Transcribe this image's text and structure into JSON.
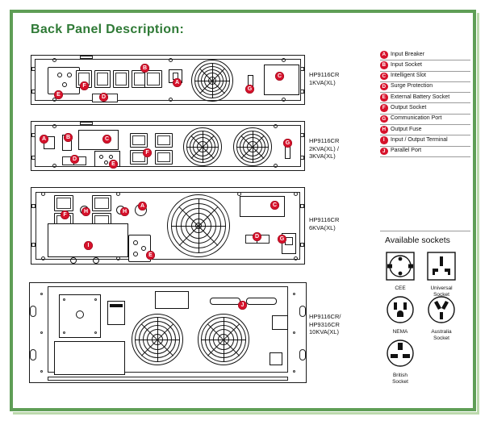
{
  "page": {
    "title": "Back Panel Description:",
    "title_color": "#2f7a36",
    "frame_color": "#5f9e56",
    "tag_color": "#d6122b"
  },
  "legend": {
    "items": [
      {
        "tag": "A",
        "label": "Input Breaker"
      },
      {
        "tag": "B",
        "label": "Input Socket"
      },
      {
        "tag": "C",
        "label": "Intelligent Slot"
      },
      {
        "tag": "D",
        "label": "Surge Protection"
      },
      {
        "tag": "E",
        "label": "External Battery Socket"
      },
      {
        "tag": "F",
        "label": "Output Socket"
      },
      {
        "tag": "G",
        "label": "Communication Port"
      },
      {
        "tag": "H",
        "label": "Output Fuse"
      },
      {
        "tag": "I",
        "label": "Input / Output Terminal"
      },
      {
        "tag": "J",
        "label": "Parallel Port"
      }
    ]
  },
  "panels": [
    {
      "id": "panel-1",
      "model": "HP9116CR\n1KVA(XL)",
      "tags": [
        "E",
        "F",
        "D",
        "B",
        "A",
        "G",
        "C"
      ]
    },
    {
      "id": "panel-2",
      "model": "HP9116CR\n2KVA(XL) /\n3KVA(XL)",
      "tags": [
        "A",
        "B",
        "C",
        "D",
        "E",
        "F",
        "G"
      ]
    },
    {
      "id": "panel-3",
      "model": "HP9116CR\n6KVA(XL)",
      "tags": [
        "F",
        "H",
        "A",
        "I",
        "E",
        "C",
        "D",
        "G"
      ]
    },
    {
      "id": "panel-4",
      "model": "HP9116CR/\nHP9316CR\n10KVA(XL)",
      "tags": [
        "J"
      ]
    }
  ],
  "sockets": {
    "title": "Available sockets",
    "items": [
      {
        "name": "CEE",
        "caption": "CEE",
        "icon": "cee-socket-icon"
      },
      {
        "name": "Universal Socket",
        "caption": "Universal\nSocket",
        "icon": "universal-socket-icon"
      },
      {
        "name": "NEMA",
        "caption": "NEMA",
        "icon": "nema-socket-icon"
      },
      {
        "name": "Australia Socket",
        "caption": "Australia\nSocket",
        "icon": "australia-socket-icon"
      },
      {
        "name": "British Socket",
        "caption": "British\nSocket",
        "icon": "british-socket-icon"
      }
    ]
  }
}
